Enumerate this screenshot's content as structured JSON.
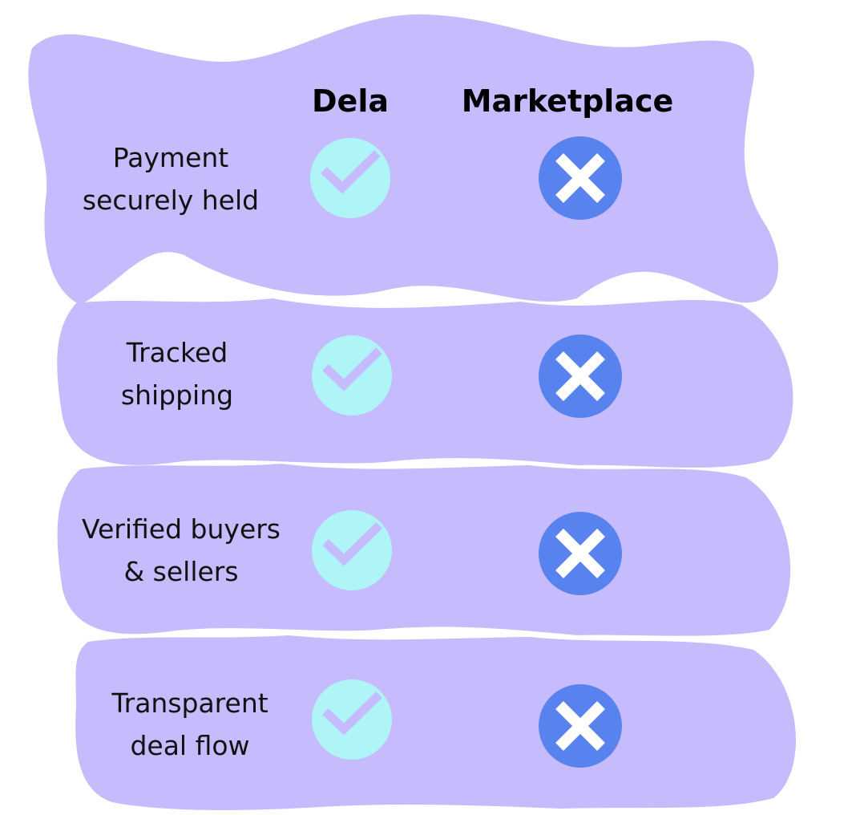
{
  "headers": {
    "dela": "Dela",
    "marketplace": "Marketplace"
  },
  "rows": [
    {
      "label_line1": "Payment",
      "label_line2": "securely held",
      "dela": "check",
      "marketplace": "cross"
    },
    {
      "label_line1": "Tracked",
      "label_line2": "shipping",
      "dela": "check",
      "marketplace": "cross"
    },
    {
      "label_line1": "Verified buyers",
      "label_line2": "& sellers",
      "dela": "check",
      "marketplace": "cross"
    },
    {
      "label_line1": "Transparent",
      "label_line2": "deal flow",
      "dela": "check",
      "marketplace": "cross"
    }
  ],
  "colors": {
    "blob": "#c6bcfd",
    "check_circle": "#aff5f8",
    "cross_circle": "#5883ee",
    "cross_mark": "#ffffff"
  }
}
